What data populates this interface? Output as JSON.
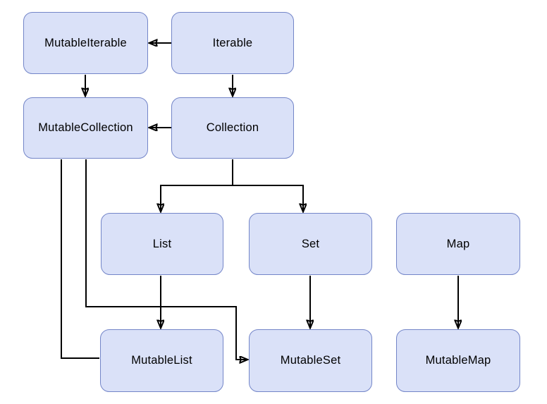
{
  "diagram": {
    "background_color": "#ffffff",
    "node_fill_color": "#dae1f8",
    "node_stroke_color": "#7385c8",
    "edge_color": "#000000",
    "nodes": [
      {
        "id": "mutable-iterable",
        "label": "MutableIterable"
      },
      {
        "id": "iterable",
        "label": "Iterable"
      },
      {
        "id": "mutable-collection",
        "label": "MutableCollection"
      },
      {
        "id": "collection",
        "label": "Collection"
      },
      {
        "id": "list",
        "label": "List"
      },
      {
        "id": "set",
        "label": "Set"
      },
      {
        "id": "map",
        "label": "Map"
      },
      {
        "id": "mutable-list",
        "label": "MutableList"
      },
      {
        "id": "mutable-set",
        "label": "MutableSet"
      },
      {
        "id": "mutable-map",
        "label": "MutableMap"
      }
    ],
    "edges": [
      {
        "from": "Iterable",
        "to": "MutableIterable",
        "arrowhead": true
      },
      {
        "from": "MutableIterable",
        "to": "MutableCollection",
        "arrowhead": true
      },
      {
        "from": "Iterable",
        "to": "Collection",
        "arrowhead": true
      },
      {
        "from": "Collection",
        "to": "MutableCollection",
        "arrowhead": true
      },
      {
        "from": "Collection",
        "to": "List",
        "arrowhead": true
      },
      {
        "from": "Collection",
        "to": "Set",
        "arrowhead": true
      },
      {
        "from": "List",
        "to": "MutableList",
        "arrowhead": true
      },
      {
        "from": "Set",
        "to": "MutableSet",
        "arrowhead": true
      },
      {
        "from": "Map",
        "to": "MutableMap",
        "arrowhead": true
      },
      {
        "from": "MutableCollection",
        "to": "MutableList",
        "arrowhead": false
      },
      {
        "from": "MutableCollection",
        "to": "MutableSet",
        "arrowhead": true
      }
    ]
  }
}
